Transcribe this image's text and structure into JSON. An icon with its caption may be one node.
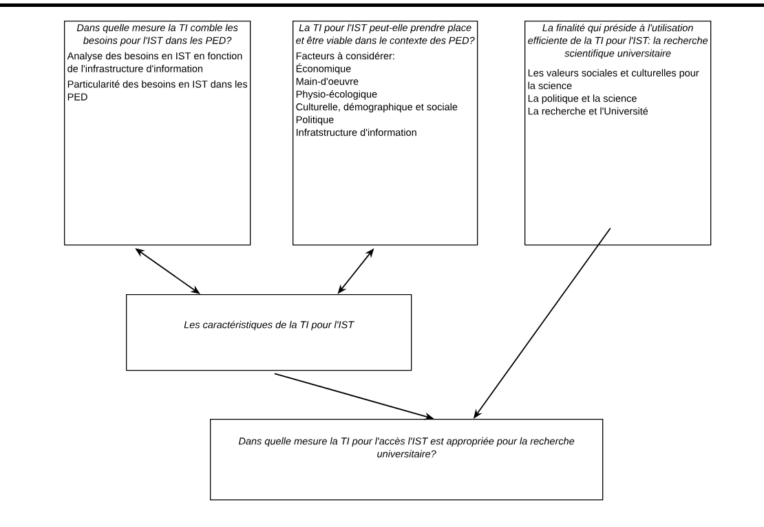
{
  "diagram": {
    "nodes": [
      {
        "text": [
          "Dans quelle mesure la TI comble les besoins pour l'IST dans les PED?",
          "Analyse des besoins en IST en fonction de l'infrastructure d'information",
          "Particularité des besoins en IST dans les PED"
        ]
      },
      {
        "text": [
          "La TI pour l'IST peut-elle prendre place et être viable dans le contexte des PED?",
          "Facteurs à considérer:",
          "Économique",
          "Main-d'oeuvre",
          "Physio-écologique",
          "Culturelle, démographique et sociale",
          "Politique",
          "Infratstructure d'information"
        ]
      },
      {
        "text": [
          "La finalité qui préside à l'utilisation efficiente de la TI pour l'IST: la recherche scientifique universitaire",
          "Les valeurs sociales et culturelles pour la science",
          "La politique et la science",
          "La recherche et l'Université"
        ]
      },
      {
        "text": [
          "Les caractéristiques de la TI pour l'IST"
        ]
      },
      {
        "text": [
          "Dans quelle mesure la TI pour l'accès l'IST est appropriée pour la recherche universitaire?"
        ]
      }
    ],
    "edges": [
      {
        "from": 0,
        "to": 3,
        "arrow": "both"
      },
      {
        "from": 1,
        "to": 3,
        "arrow": "both"
      },
      {
        "from": 3,
        "to": 4,
        "arrow": "to"
      },
      {
        "from": 2,
        "to": 4,
        "arrow": "to"
      }
    ]
  }
}
